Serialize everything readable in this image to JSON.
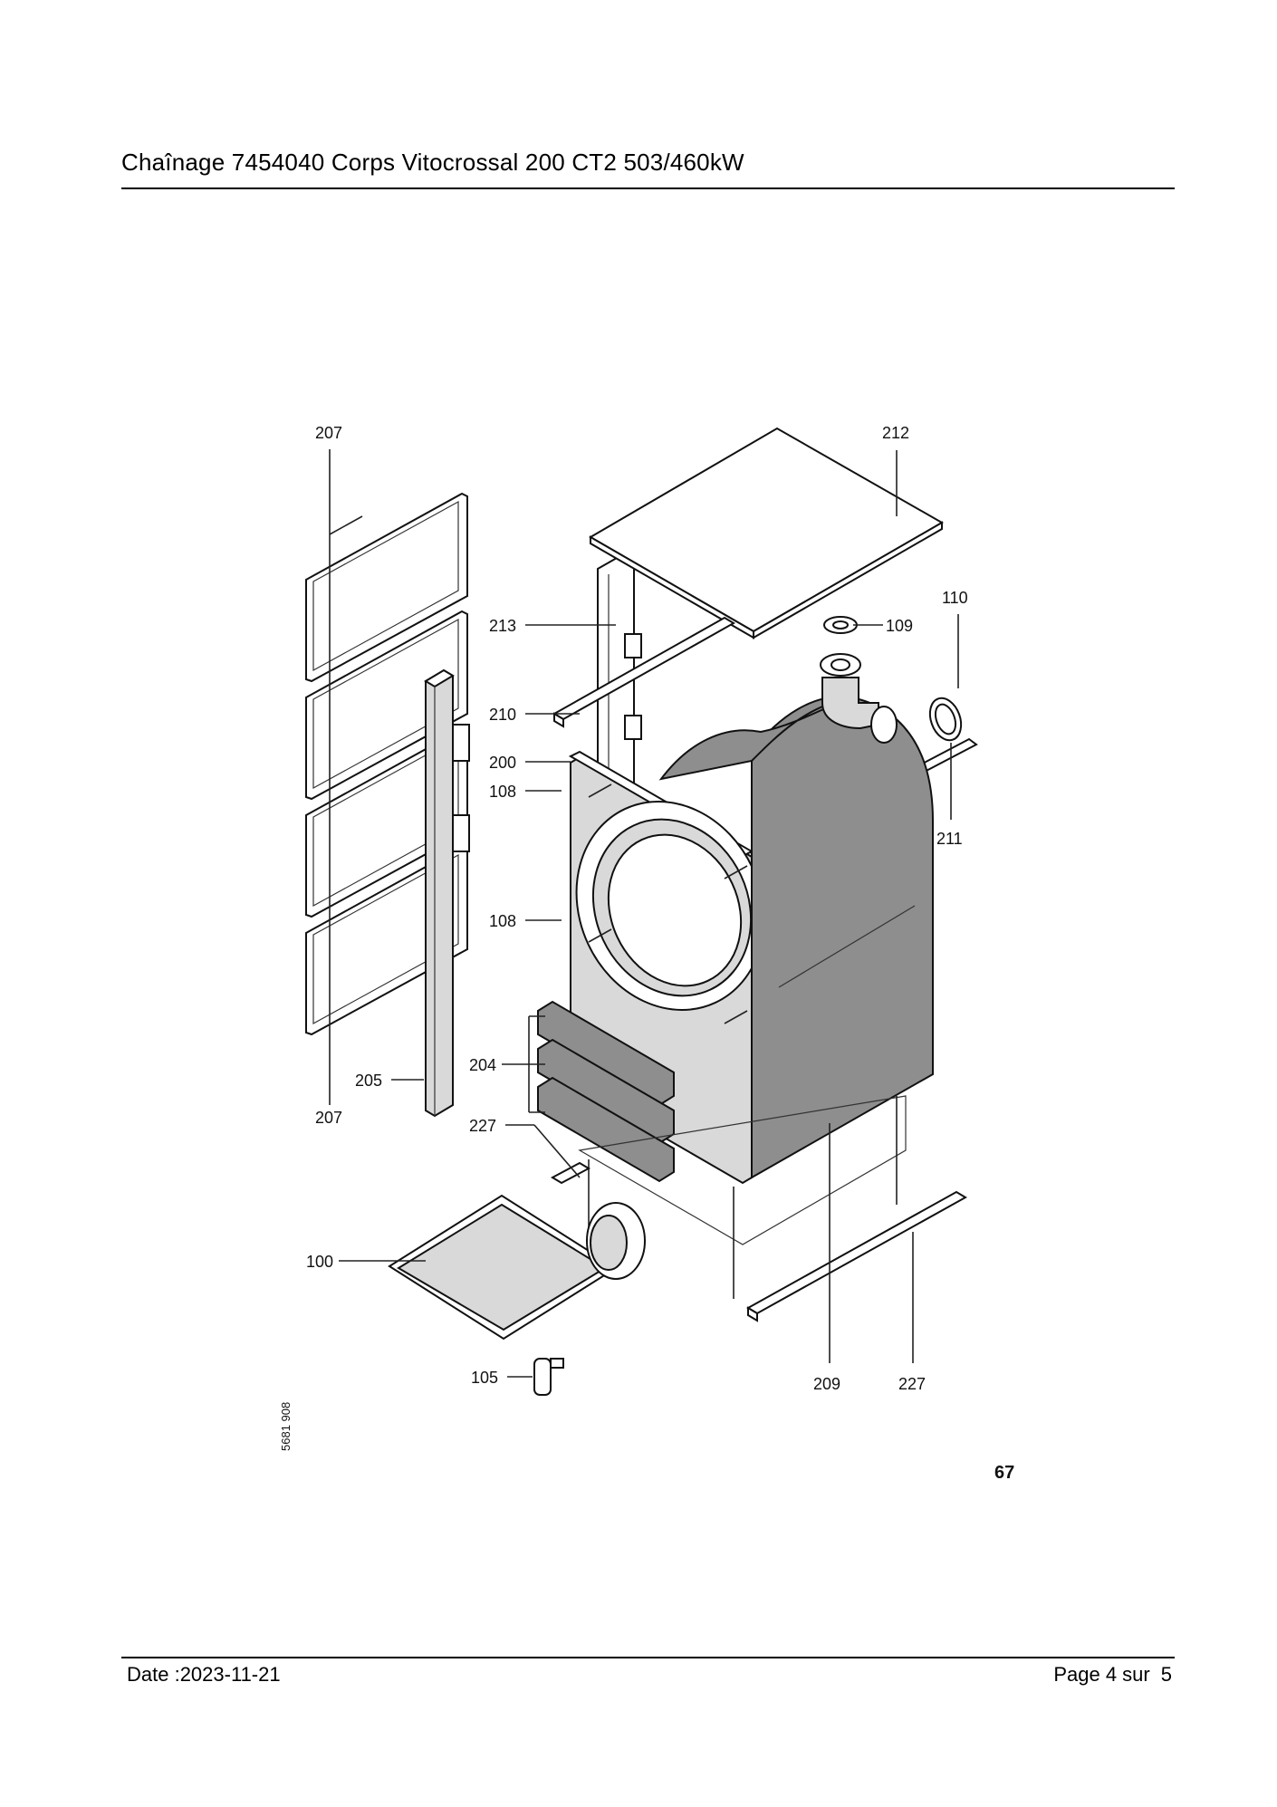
{
  "header": {
    "title": "Chaînage 7454040 Corps Vitocrossal 200 CT2 503/460kW"
  },
  "diagram": {
    "labels": {
      "l207_top": "207",
      "l207_bottom": "207",
      "l212": "212",
      "l110": "110",
      "l109": "109",
      "l213": "213",
      "l210": "210",
      "l200": "200",
      "l108_top": "108",
      "l108_mid": "108",
      "l211": "211",
      "l204": "204",
      "l205": "205",
      "l227_left": "227",
      "l227_right": "227",
      "l100": "100",
      "l105": "105",
      "l209": "209"
    },
    "drawing_code": "5681 908",
    "page_marker": "67"
  },
  "footer": {
    "date": "Date :2023-11-21",
    "page_prefix": "Page 4 sur",
    "page_total": "5"
  }
}
